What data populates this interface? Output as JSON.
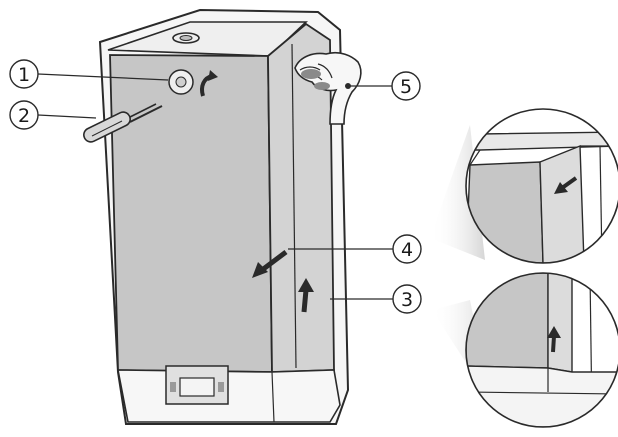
{
  "callouts": [
    {
      "id": "c1",
      "label": "1"
    },
    {
      "id": "c2",
      "label": "2"
    },
    {
      "id": "c3",
      "label": "3"
    },
    {
      "id": "c4",
      "label": "4"
    },
    {
      "id": "c5",
      "label": "5"
    }
  ],
  "colors": {
    "cabinet_fill": "#c8c8c8",
    "cabinet_side": "#d9d9d9",
    "frame_fill": "#f4f4f4",
    "outline": "#2a2a2a",
    "arrow": "#3a3a3a",
    "magnifier_beam": "#e0e0e0"
  },
  "icons": [
    "screwdriver-icon",
    "hand-icon",
    "rotate-arrow-icon",
    "direction-arrow-icon"
  ]
}
